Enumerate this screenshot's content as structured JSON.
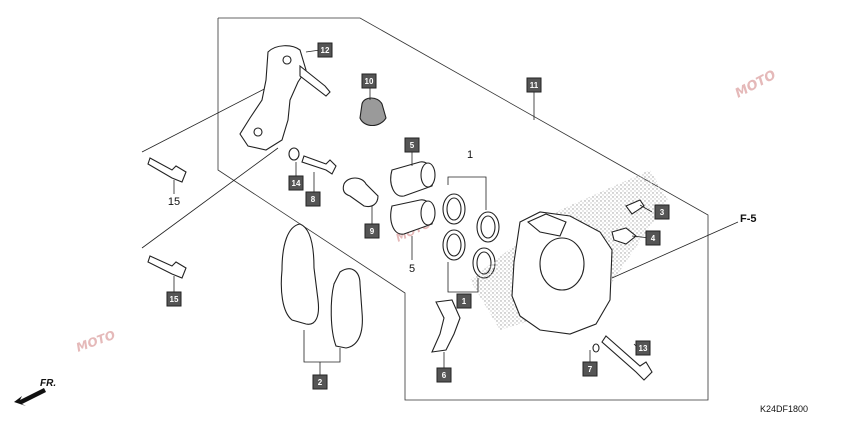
{
  "diagram": {
    "code": "K24DF1800",
    "reference_label": "F-5",
    "front_label": "FR.",
    "watermark": "MOTO",
    "callouts": [
      {
        "id": "1",
        "boxed": true
      },
      {
        "id": "2",
        "boxed": true
      },
      {
        "id": "3",
        "boxed": true
      },
      {
        "id": "4",
        "boxed": true
      },
      {
        "id": "5",
        "boxed": true
      },
      {
        "id": "6",
        "boxed": true
      },
      {
        "id": "7",
        "boxed": true
      },
      {
        "id": "8",
        "boxed": true
      },
      {
        "id": "9",
        "boxed": true
      },
      {
        "id": "10",
        "boxed": true
      },
      {
        "id": "11",
        "boxed": true
      },
      {
        "id": "12",
        "boxed": true
      },
      {
        "id": "13",
        "boxed": true
      },
      {
        "id": "14",
        "boxed": true
      },
      {
        "id": "15",
        "boxed": true
      }
    ],
    "plain_labels": {
      "piston_seals": "1",
      "pistons": "5",
      "bolt": "15"
    }
  }
}
